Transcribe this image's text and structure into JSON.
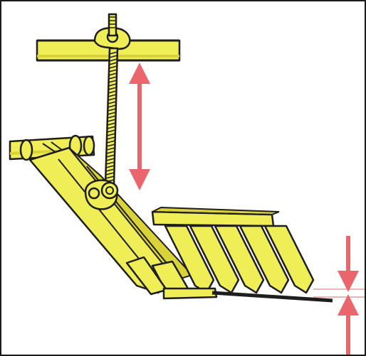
{
  "diagram": {
    "subject": "mechanical-height-adjustment-illustration",
    "colors": {
      "part_fill": "#f0ee56",
      "part_shade": "#d9d238",
      "outline": "#1e1e1e",
      "arrow": "#e9676c",
      "ground_line": "#f3b3b4",
      "background": "#ffffff"
    },
    "parts": [
      {
        "id": "upper-frame-bar",
        "icon": "rectangular-beam"
      },
      {
        "id": "threaded-adjustment-rod",
        "icon": "threaded-rod"
      },
      {
        "id": "mounting-clamp",
        "icon": "clamp-bracket"
      },
      {
        "id": "horizontal-pipe",
        "icon": "round-tube"
      },
      {
        "id": "slanted-arm",
        "icon": "angled-channel"
      },
      {
        "id": "pivot-joint",
        "icon": "bolt-pivot"
      },
      {
        "id": "tine-plate",
        "icon": "tine-comb"
      },
      {
        "id": "skid-shoe",
        "icon": "skid"
      },
      {
        "id": "ground-reference",
        "icon": "ground-line"
      }
    ],
    "dimension_arrows": [
      {
        "id": "rod-adjustment-height",
        "style": "double-headed"
      },
      {
        "id": "ground-clearance",
        "style": "opposing-pair"
      }
    ]
  }
}
